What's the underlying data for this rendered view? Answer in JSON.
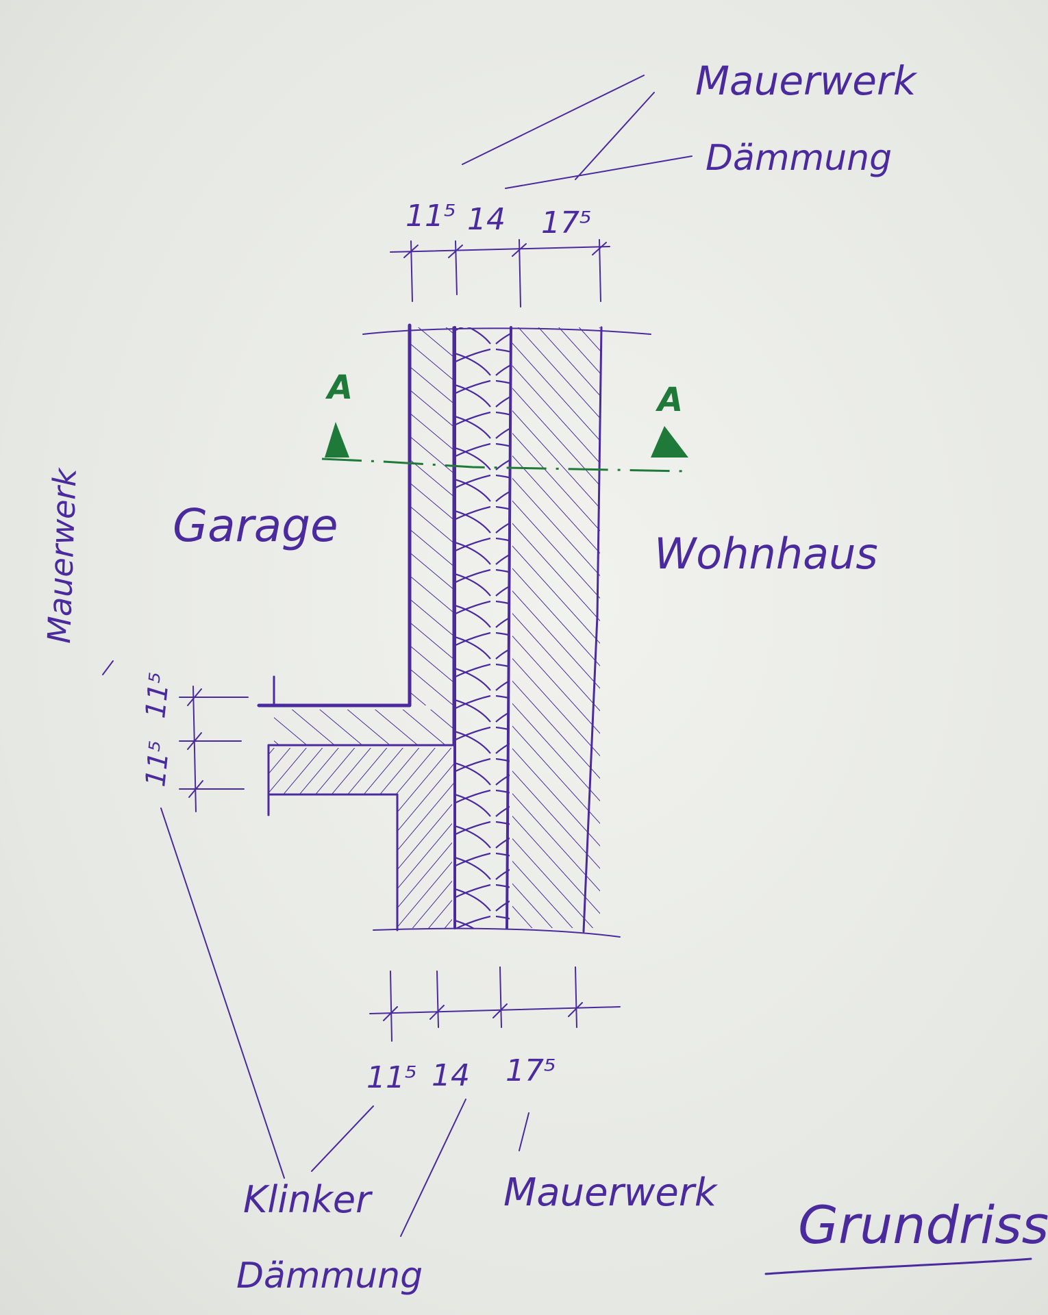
{
  "labels": {
    "mauerwerk_top": "Mauerwerk",
    "daemmung_top": "Dämmung",
    "garage": "Garage",
    "wohnhaus": "Wohnhaus",
    "mauerwerk_left": "Mauerwerk",
    "klinker": "Klinker",
    "daemmung_bottom": "Dämmung",
    "mauerwerk_bottom": "Mauerwerk",
    "title": "Grundriss",
    "section_left": "A",
    "section_right": "A"
  },
  "dimensions": {
    "top": [
      "11⁵",
      "14",
      "17⁵"
    ],
    "bottom": [
      "11⁵",
      "14",
      "17⁵"
    ],
    "left": [
      "11⁵",
      "11⁵"
    ]
  },
  "colors": {
    "ink": "#4a2a9c",
    "section_line": "#1f7a3a",
    "paper": "#eceee9"
  }
}
